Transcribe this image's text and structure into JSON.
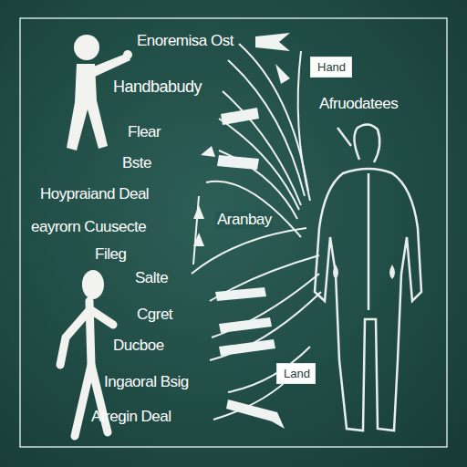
{
  "diagram": {
    "nodes": [
      {
        "text": [
          "Hand"
        ]
      },
      {
        "text": [
          "Land"
        ]
      }
    ],
    "edges": [],
    "labels": [
      "Enoremisa Ost",
      "Handbabudy",
      "Flear",
      "Bste",
      "Hoypraiand Deal",
      "eayrorn Cuusecte",
      "Fileg",
      "Salte",
      "Cgret",
      "Ducboe",
      "Ingaoral Bsig",
      "Afregin Deal",
      "Afruodatees",
      "Aranbay"
    ]
  }
}
